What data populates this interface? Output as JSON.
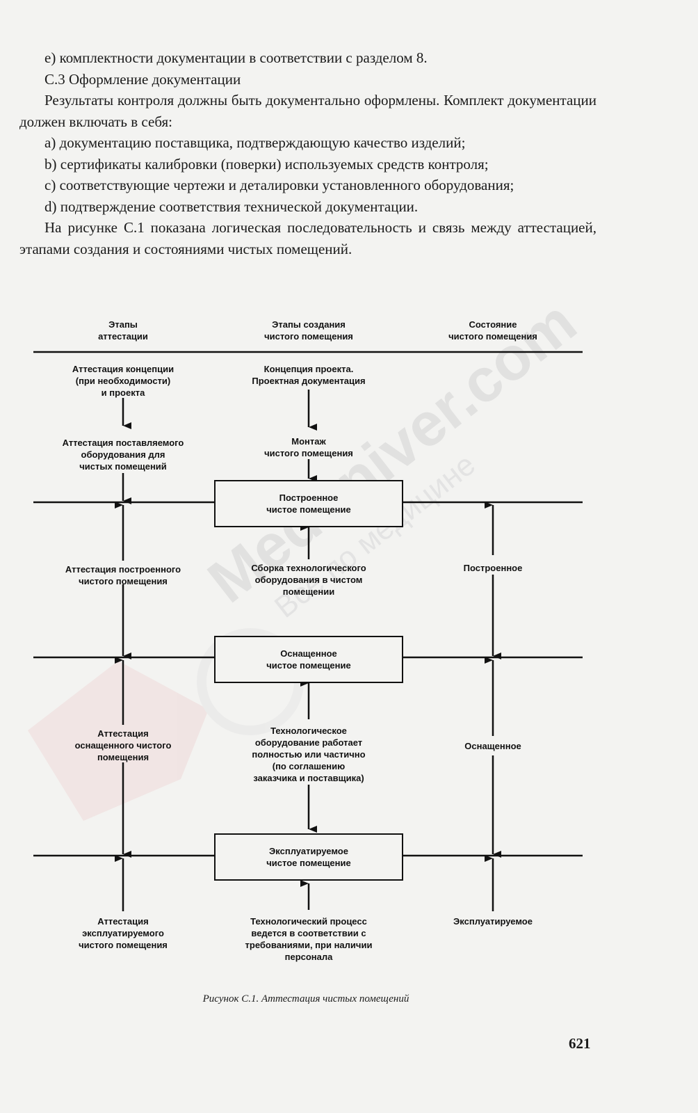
{
  "text": {
    "line_e": "е) комплектности документации в соответствии с разделом 8.",
    "section_heading": "С.3 Оформление документации",
    "intro": "Результаты контроля должны быть документально оформлены. Комплект документации должен включать в себя:",
    "item_a": "a) документацию поставщика, подтверждающую качество изделий;",
    "item_b": "b) сертификаты калибровки (поверки) используемых средств контроля;",
    "item_c": "c) соответствующие чертежи и деталировки установленного оборудования;",
    "item_d": "d) подтверждение соответствия технической документации.",
    "figure_ref": "На рисунке С.1 показана логическая последовательность и связь между аттестацией, этапами создания и состояниями чистых помещений."
  },
  "diagram": {
    "headers": {
      "col1": "Этапы\nаттестации",
      "col2": "Этапы создания\nчистого помещения",
      "col3": "Состояние\nчистого помещения"
    },
    "col1": {
      "concept": "Аттестация концепции\n(при необходимости)\nи проекта",
      "supplied": "Аттестация поставляемого\nоборудования для\nчистых помещений",
      "built": "Аттестация построенного\nчистого помещения",
      "equipped": "Аттестация\nоснащенного чистого\nпомещения",
      "operated": "Аттестация\nэксплуатируемого\nчистого помещения"
    },
    "col2": {
      "concept": "Концепция проекта.\nПроектная документация",
      "assembly": "Монтаж\nчистого помещения",
      "tech_assembly": "Сборка технологического\nоборудования в чистом\nпомещении",
      "tech_works": "Технологическое\nоборудование работает\nполностью или частично\n(по соглашению\nзаказчика и поставщика)",
      "process": "Технологический процесс\nведется в соответствии с\nтребованиями, при наличии\nперсонала"
    },
    "boxes": {
      "built": "Построенное\nчистое помещение",
      "equipped": "Оснащенное\nчистое помещение",
      "operated": "Эксплуатируемое\nчистое помещение"
    },
    "col3": {
      "built": "Построенное",
      "equipped": "Оснащенное",
      "operated": "Эксплуатируемое"
    }
  },
  "caption": "Рисунок С.1. Аттестация чистых помещений",
  "page_number": "621",
  "watermark": {
    "main": "Meduniver.com",
    "sub": "Все по медицине",
    "color": "#c8c8c8"
  }
}
